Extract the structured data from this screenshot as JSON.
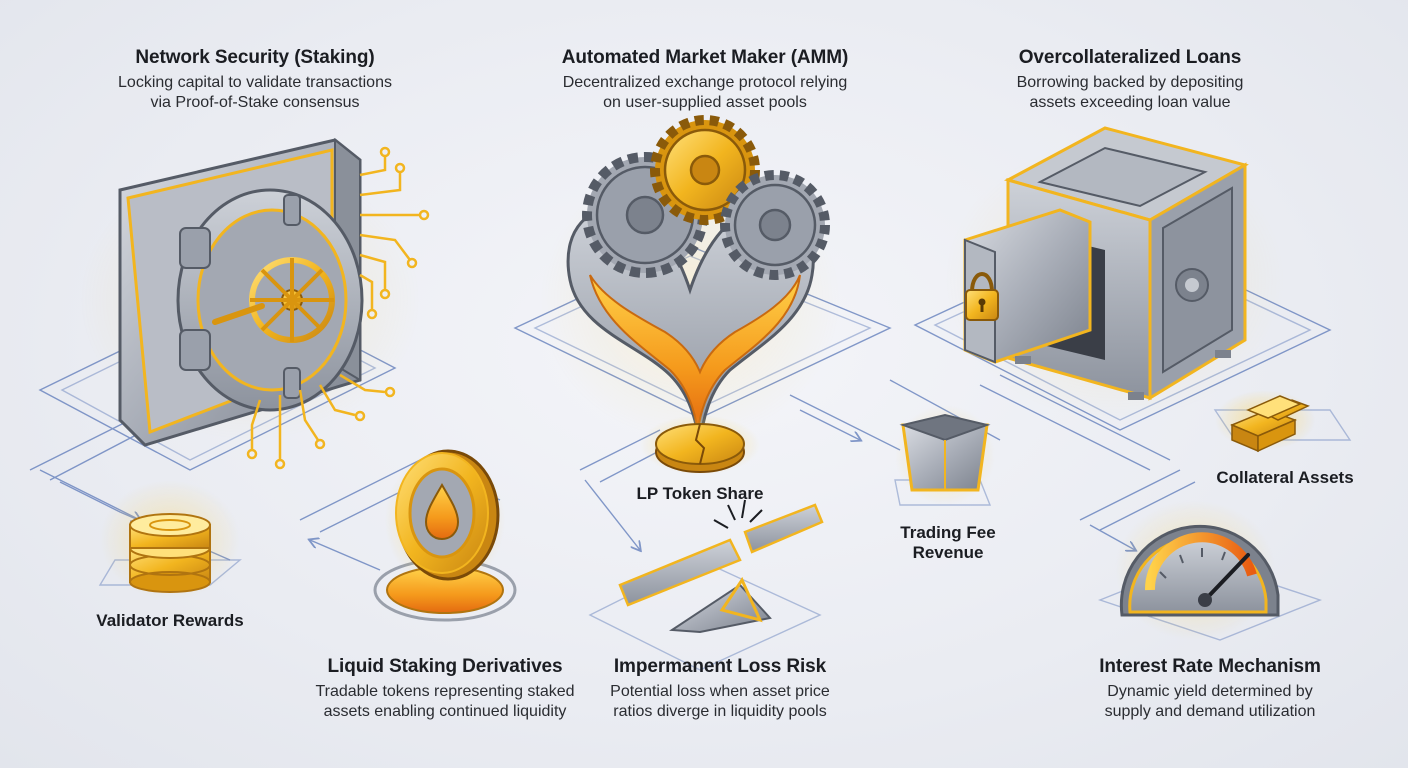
{
  "sections": [
    {
      "title": "Network Security (Staking)",
      "description": [
        "Locking capital to validate transactions",
        "via Proof-of-Stake consensus"
      ]
    },
    {
      "title": "Automated Market Maker (AMM)",
      "description": [
        "Decentralized exchange protocol relying",
        "on user-supplied asset pools"
      ]
    },
    {
      "title": "Overcollateralized Loans",
      "description": [
        "Borrowing backed by depositing",
        "assets exceeding loan value"
      ]
    }
  ],
  "nodes": {
    "validator_rewards": "Validator Rewards",
    "lp_token_share": "LP Token Share",
    "trading_fee_revenue": [
      "Trading Fee",
      "Revenue"
    ],
    "collateral_assets": "Collateral Assets"
  },
  "features": [
    {
      "title": "Liquid Staking Derivatives",
      "description": [
        "Tradable tokens representing staked",
        "assets enabling continued liquidity"
      ]
    },
    {
      "title": "Impermanent Loss Risk",
      "description": [
        "Potential loss when asset price",
        "ratios diverge in liquidity pools"
      ]
    },
    {
      "title": "Interest Rate Mechanism",
      "description": [
        "Dynamic yield determined by",
        "supply and demand utilization"
      ]
    }
  ],
  "icons": [
    "vault-icon",
    "gears-icon",
    "safe-icon",
    "coin-stack-icon",
    "drop-coin-icon",
    "lp-coin-icon",
    "broken-seesaw-icon",
    "fee-bin-icon",
    "gold-bars-icon",
    "gauge-icon"
  ],
  "colors": {
    "gold": "#f2b51f",
    "amber": "#e8851a",
    "steel": "#9aa0ab",
    "line": "#5b78b8"
  }
}
